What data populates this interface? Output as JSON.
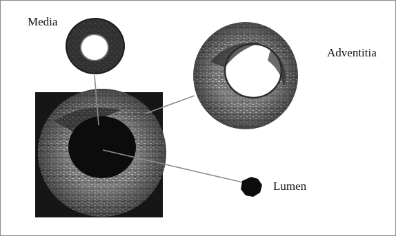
{
  "labels": {
    "media": "Media",
    "adventitia": "Adventitia",
    "lumen": "Lumen"
  },
  "colors": {
    "background": "#ffffff",
    "frame_border": "#8a8a8a",
    "ivus_background": "#161616",
    "tissue_dark": "#2a2a2a",
    "tissue_light": "#9a9a9a",
    "lumen": "#0c0c0c",
    "connector": "#8e8e8e",
    "text": "#111111"
  }
}
